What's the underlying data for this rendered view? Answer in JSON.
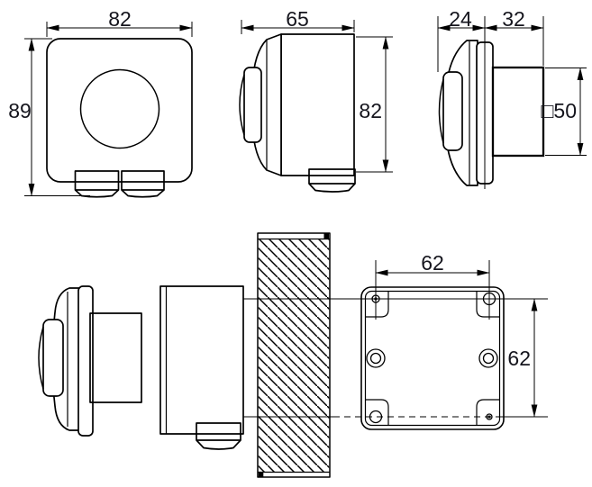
{
  "drawing": {
    "background": "#ffffff",
    "line_color": "#000000",
    "label_color": "#15151d"
  },
  "views": {
    "front": {
      "label_width": "82",
      "label_height": "89"
    },
    "side": {
      "label_depth": "65",
      "label_height": "82"
    },
    "flush_side": {
      "label_front_depth": "24",
      "label_recess_depth": "32",
      "label_box_square": "□50"
    },
    "mounting": {
      "label_hole_spacing_horizontal": "62",
      "label_hole_spacing_vertical": "62"
    }
  }
}
